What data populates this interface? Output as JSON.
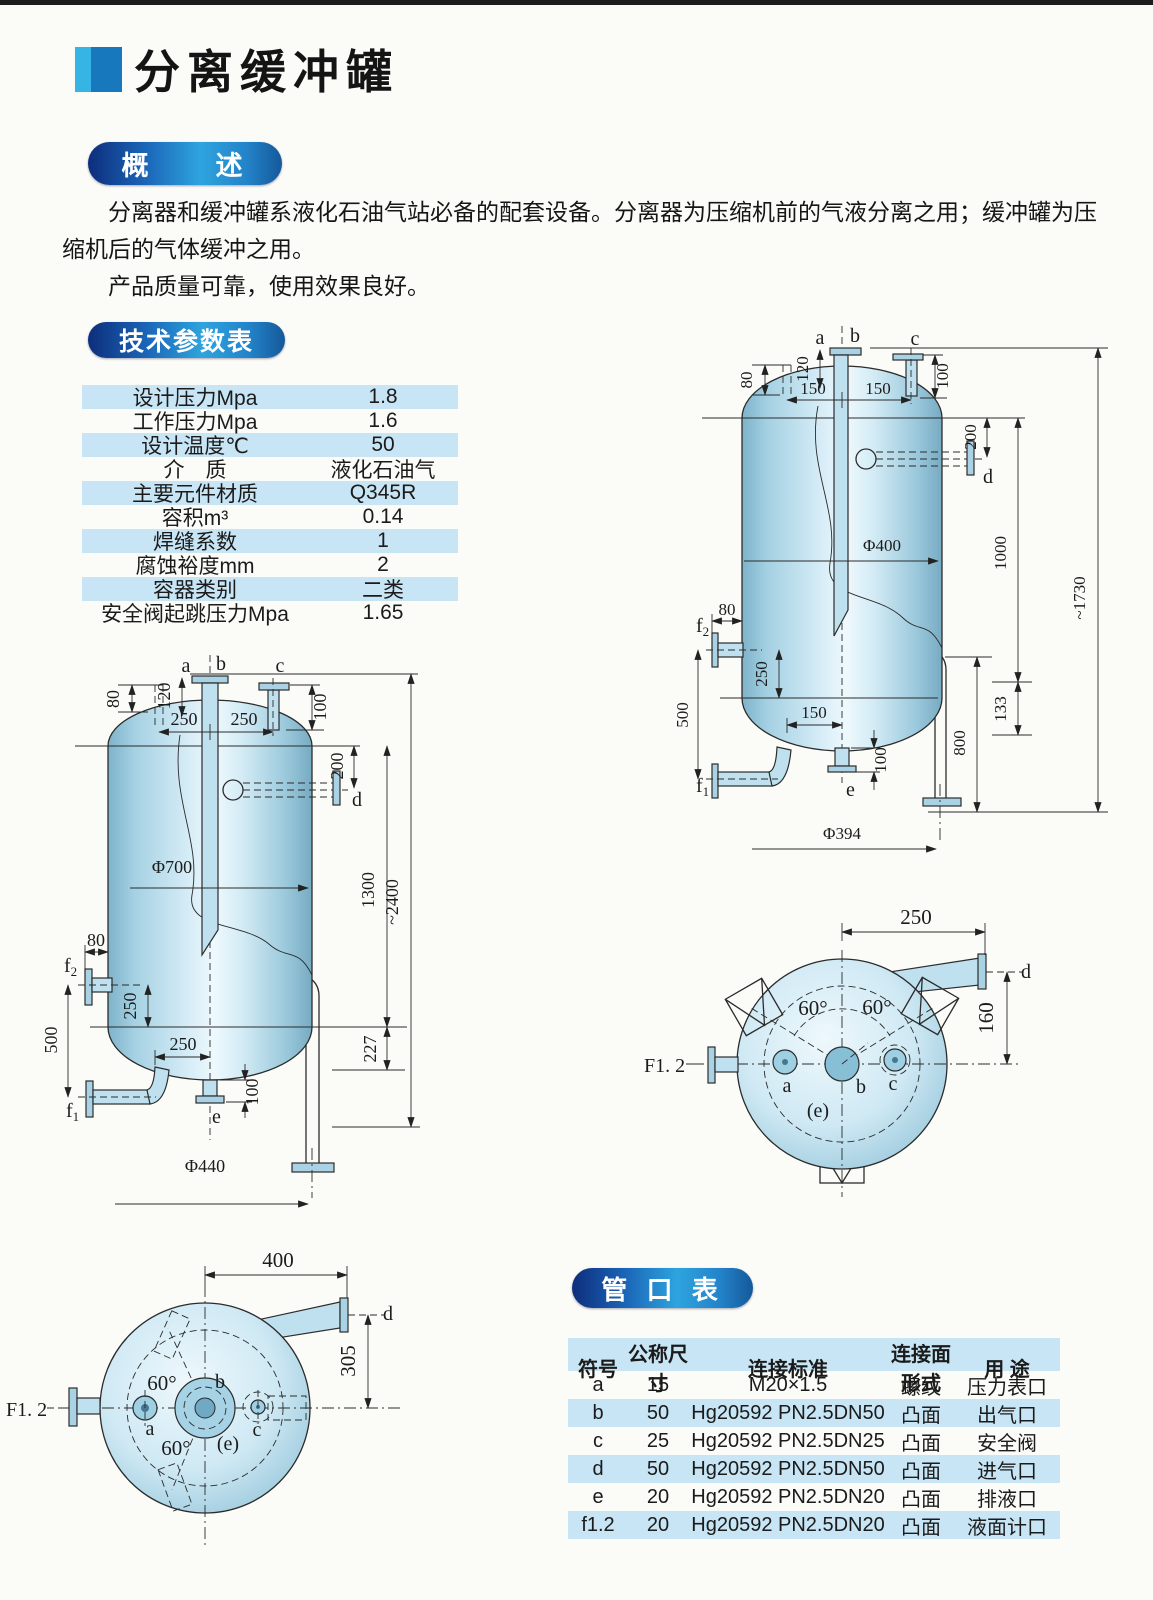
{
  "page": {
    "title": "分离缓冲罐"
  },
  "overview": {
    "heading": "概　述",
    "para1": "分离器和缓冲罐系液化石油气站必备的配套设备。分离器为压缩机前的气液分离之用；缓冲罐为压缩机后的气体缓冲之用。",
    "para2": "产品质量可靠，使用效果良好。"
  },
  "tech_params": {
    "heading": "技术参数表",
    "rows": [
      {
        "label": "设计压力Mpa",
        "value": "1.8"
      },
      {
        "label": "工作压力Mpa",
        "value": "1.6"
      },
      {
        "label": "设计温度℃",
        "value": "50"
      },
      {
        "label": "介　质",
        "value": "液化石油气"
      },
      {
        "label": "主要元件材质",
        "value": "Q345R"
      },
      {
        "label": "容积m³",
        "value": "0.14"
      },
      {
        "label": "焊缝系数",
        "value": "1"
      },
      {
        "label": "腐蚀裕度mm",
        "value": "2"
      },
      {
        "label": "容器类别",
        "value": "二类"
      },
      {
        "label": "安全阀起跳压力Mpa",
        "value": "1.65"
      }
    ]
  },
  "nozzle_table": {
    "heading": "管 口 表",
    "headers": [
      "符号",
      "公称尺寸",
      "连接标准",
      "连接面形式",
      "用  途"
    ],
    "rows": [
      [
        "a",
        "15",
        "M20×1.5",
        "螺纹",
        "压力表口"
      ],
      [
        "b",
        "50",
        "Hg20592 PN2.5DN50",
        "凸面",
        "出气口"
      ],
      [
        "c",
        "25",
        "Hg20592 PN2.5DN25",
        "凸面",
        "安全阀"
      ],
      [
        "d",
        "50",
        "Hg20592 PN2.5DN50",
        "凸面",
        "进气口"
      ],
      [
        "e",
        "20",
        "Hg20592 PN2.5DN20",
        "凸面",
        "排液口"
      ],
      [
        "f1.2",
        "20",
        "Hg20592 PN2.5DN20",
        "凸面",
        "液面计口"
      ]
    ]
  },
  "drawings": {
    "letters": {
      "a": "a",
      "b": "b",
      "c": "c",
      "d": "d",
      "e": "e",
      "f": "f",
      "sub1": "1",
      "sub2": "2",
      "e_paren": "(e)",
      "f12": "F1. 2",
      "deg60": "60°"
    },
    "right_vessel": {
      "d80_top": "80",
      "d120": "120",
      "d100": "100",
      "d150a": "150",
      "d150b": "150",
      "d200": "200",
      "dia": "Φ400",
      "d1000": "1000",
      "d1730": "~1730",
      "d80_mid": "80",
      "d250": "250",
      "d500": "500",
      "d150_bot": "150",
      "d100_e": "100",
      "d800": "800",
      "d133": "133",
      "dia_bot": "Φ394"
    },
    "left_vessel": {
      "d80_top": "80",
      "d120": "120",
      "d100": "100",
      "d250a": "250",
      "d250b": "250",
      "d200": "200",
      "dia": "Φ700",
      "d1300": "1300",
      "d2400": "~2400",
      "d80_mid": "80",
      "d250_f2": "250",
      "d500": "500",
      "d250_bot": "250",
      "d100_e": "100",
      "d227": "227",
      "dia_bot": "Φ440"
    },
    "right_top": {
      "d250": "250",
      "d160": "160"
    },
    "left_top": {
      "d400": "400",
      "d305": "305"
    }
  },
  "colors": {
    "accent_blue": "#1878bd",
    "stripe_blue": "#c7e5f4",
    "pill_dark": "#0d2e7c",
    "pill_bright": "#2ea4de",
    "vessel_fill": "#bfe0ee"
  }
}
